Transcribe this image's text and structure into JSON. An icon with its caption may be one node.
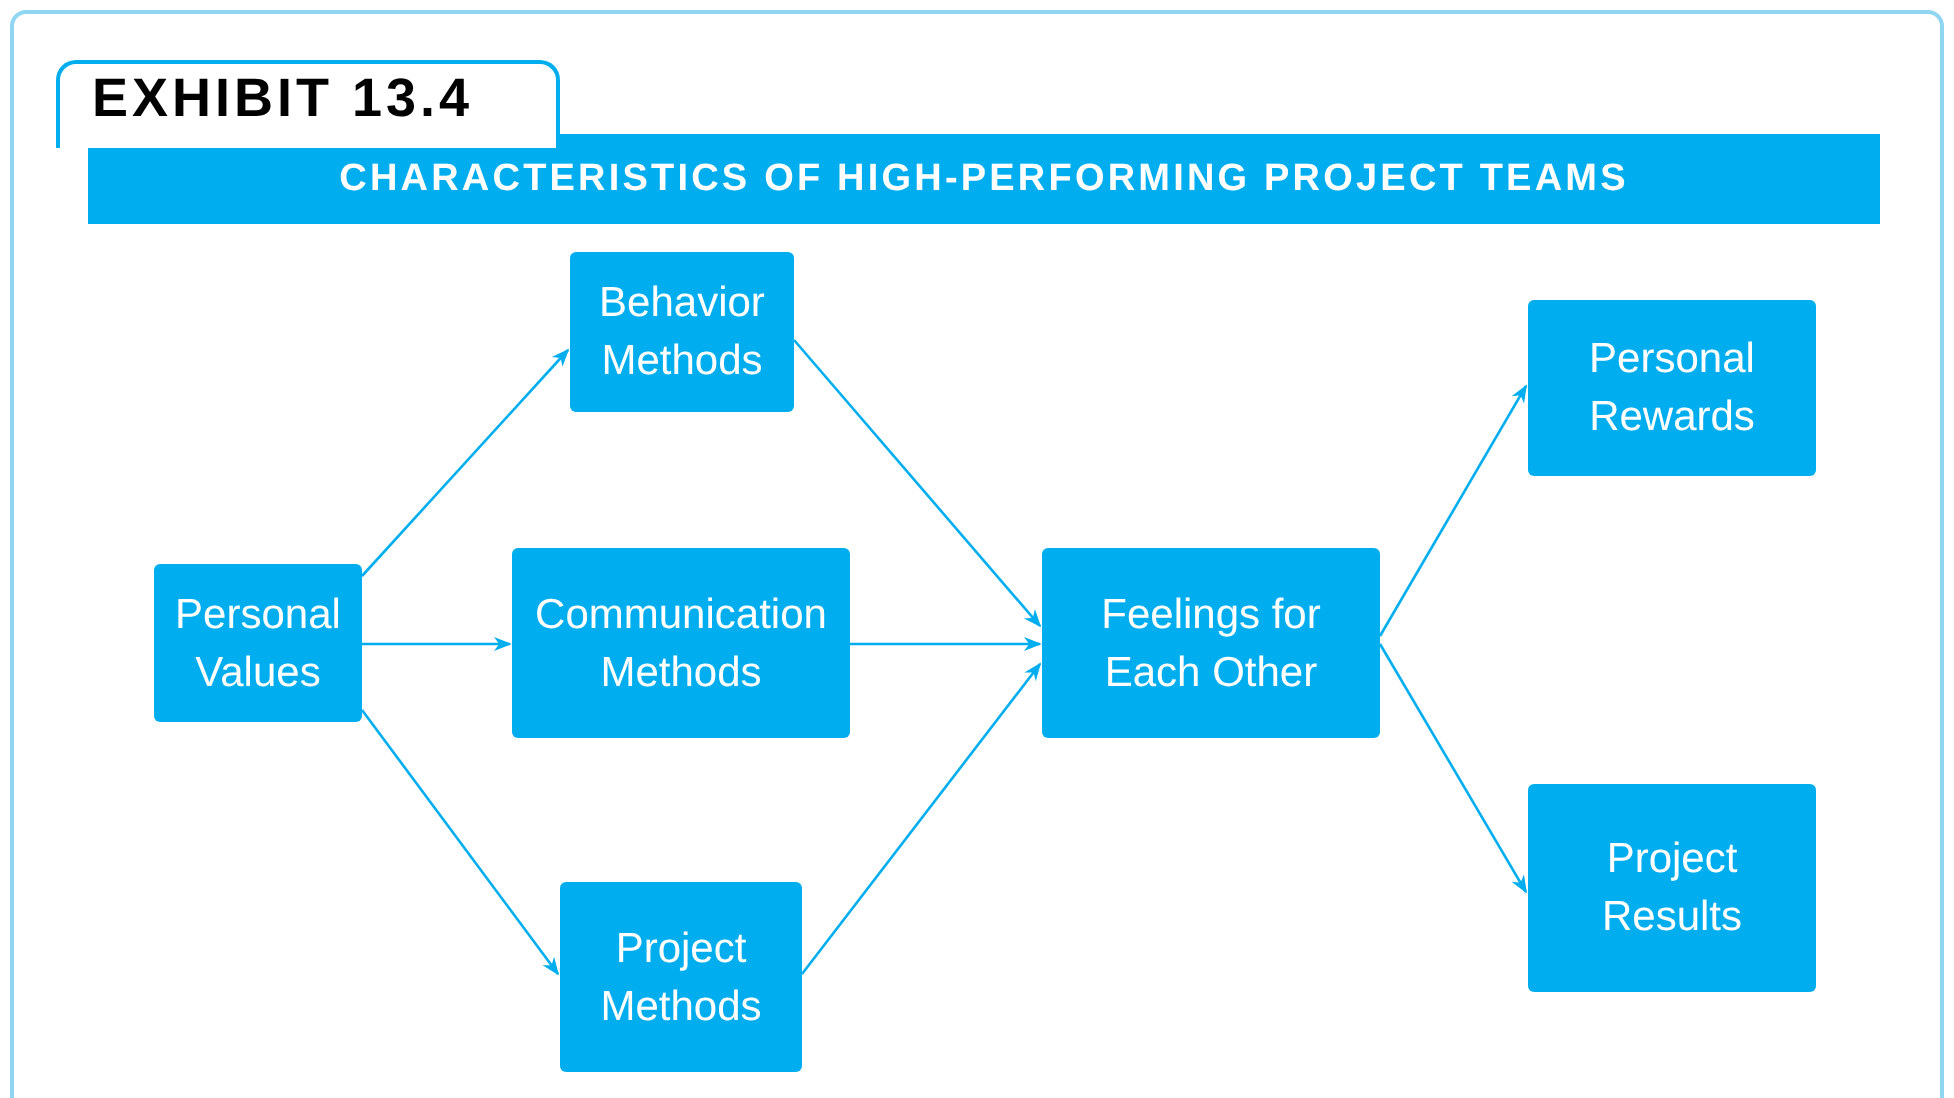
{
  "diagram": {
    "title": "CHARACTERISTICS OF HIGH-PERFORMING PROJECT TEAMS",
    "nodes": [
      {
        "text": [
          "Personal Values"
        ]
      },
      {
        "text": [
          "Behavior Methods"
        ]
      },
      {
        "text": [
          "Communication Methods"
        ]
      },
      {
        "text": [
          "Project Methods"
        ]
      },
      {
        "text": [
          "Feelings for Each Other"
        ]
      },
      {
        "text": [
          "Personal Rewards"
        ]
      },
      {
        "text": [
          "Project Results"
        ]
      }
    ],
    "edges": [
      {
        "from": 0,
        "to": 1,
        "arrow": "to"
      },
      {
        "from": 0,
        "to": 2,
        "arrow": "to"
      },
      {
        "from": 0,
        "to": 3,
        "arrow": "to"
      },
      {
        "from": 1,
        "to": 4,
        "arrow": "to"
      },
      {
        "from": 2,
        "to": 4,
        "arrow": "to"
      },
      {
        "from": 3,
        "to": 4,
        "arrow": "to"
      },
      {
        "from": 4,
        "to": 5,
        "arrow": "to"
      },
      {
        "from": 4,
        "to": 6,
        "arrow": "to"
      }
    ],
    "labels": [
      "EXHIBIT 13.4"
    ]
  }
}
